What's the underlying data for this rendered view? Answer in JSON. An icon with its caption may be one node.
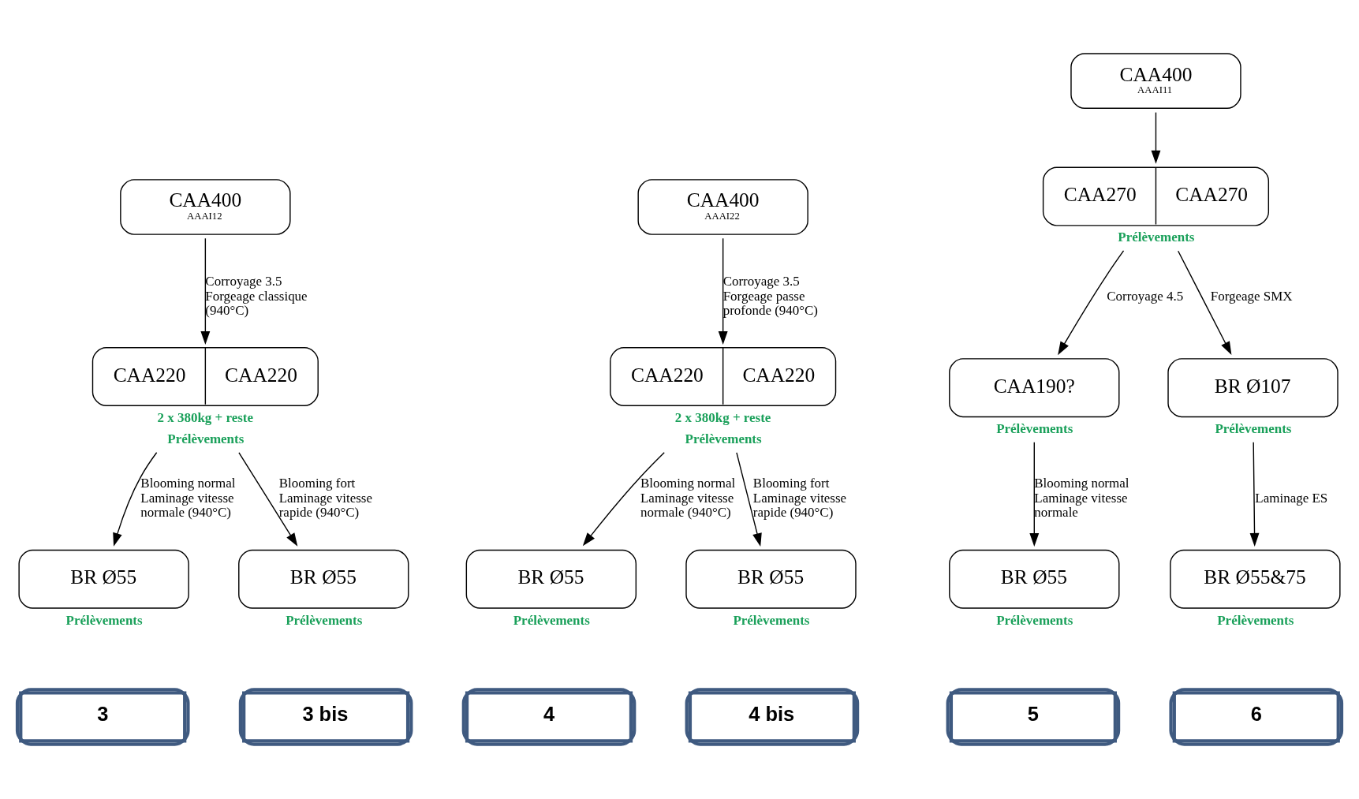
{
  "diagram": {
    "nodes": [
      {
        "text": [
          "CAA400",
          "AAAI12"
        ]
      },
      {
        "text": [
          "CAA220",
          "CAA220"
        ],
        "beside": [
          "2 x 380kg + reste",
          "Prélèvements"
        ]
      },
      {
        "text": [
          "BR Ø55"
        ],
        "beside": [
          "Prélèvements"
        ]
      },
      {
        "text": [
          "BR Ø55"
        ],
        "beside": [
          "Prélèvements"
        ]
      },
      {
        "text": [
          "3"
        ]
      },
      {
        "text": [
          "3 bis"
        ]
      },
      {
        "text": [
          "CAA400",
          "AAAI22"
        ]
      },
      {
        "text": [
          "CAA220",
          "CAA220"
        ],
        "beside": [
          "2 x 380kg + reste",
          "Prélèvements"
        ]
      },
      {
        "text": [
          "BR Ø55"
        ],
        "beside": [
          "Prélèvements"
        ]
      },
      {
        "text": [
          "BR Ø55"
        ],
        "beside": [
          "Prélèvements"
        ]
      },
      {
        "text": [
          "4"
        ]
      },
      {
        "text": [
          "4 bis"
        ]
      },
      {
        "text": [
          "CAA400",
          "AAAI11"
        ]
      },
      {
        "text": [
          "CAA270",
          "CAA270"
        ],
        "beside": [
          "Prélèvements"
        ]
      },
      {
        "text": [
          "CAA190?"
        ],
        "beside": [
          "Prélèvements"
        ]
      },
      {
        "text": [
          "BR Ø107"
        ],
        "beside": [
          "Prélèvements"
        ]
      },
      {
        "text": [
          "BR Ø55"
        ],
        "beside": [
          "Prélèvements"
        ]
      },
      {
        "text": [
          "BR Ø55&75"
        ],
        "beside": [
          "Prélèvements"
        ]
      },
      {
        "text": [
          "5"
        ]
      },
      {
        "text": [
          "6"
        ]
      }
    ],
    "edges": [
      {
        "from": 0,
        "to": 1,
        "arrow": "to",
        "label": "Corroyage 3.5 Forgeage classique (940°C)"
      },
      {
        "from": 1,
        "to": 2,
        "arrow": "to",
        "label": "Blooming normal Laminage vitesse normale (940°C)"
      },
      {
        "from": 1,
        "to": 3,
        "arrow": "to",
        "label": "Blooming fort Laminage vitesse rapide (940°C)"
      },
      {
        "from": 6,
        "to": 7,
        "arrow": "to",
        "label": "Corroyage 3.5 Forgeage passe profonde (940°C)"
      },
      {
        "from": 7,
        "to": 8,
        "arrow": "to",
        "label": "Blooming normal Laminage vitesse normale (940°C)"
      },
      {
        "from": 7,
        "to": 9,
        "arrow": "to",
        "label": "Blooming fort Laminage vitesse rapide (940°C)"
      },
      {
        "from": 12,
        "to": 13,
        "arrow": "to"
      },
      {
        "from": 13,
        "to": 14,
        "arrow": "to",
        "label": "Corroyage 4.5"
      },
      {
        "from": 13,
        "to": 15,
        "arrow": "to",
        "label": "Forgeage SMX"
      },
      {
        "from": 14,
        "to": 16,
        "arrow": "to",
        "label": "Blooming normal Laminage vitesse normale"
      },
      {
        "from": 15,
        "to": 17,
        "arrow": "to",
        "label": "Laminage ES"
      }
    ]
  }
}
